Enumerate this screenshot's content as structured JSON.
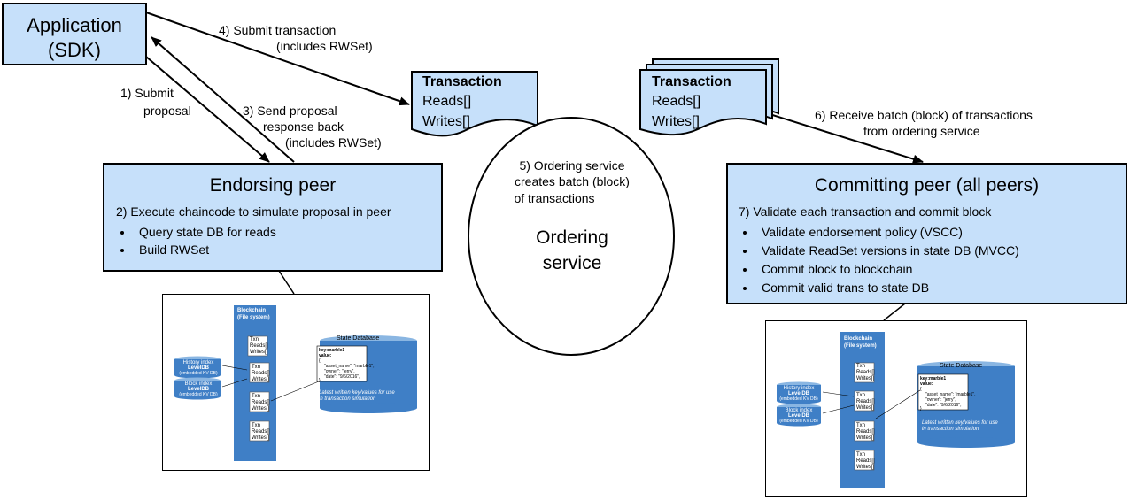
{
  "application": {
    "line1": "Application",
    "line2": "(SDK)"
  },
  "steps": {
    "s1_l1": "1) Submit",
    "s1_l2": "proposal",
    "s3_l1": "3) Send proposal",
    "s3_l2": "response back",
    "s3_l3": "(includes RWSet)",
    "s4_l1": "4) Submit transaction",
    "s4_l2": "(includes RWSet)",
    "s5_l1": "5) Ordering service",
    "s5_l2": "creates batch (block)",
    "s5_l3": "of transactions",
    "s6_l1": "6) Receive batch (block) of transactions",
    "s6_l2": "from ordering service"
  },
  "transaction": {
    "title": "Transaction",
    "reads": "Reads[]",
    "writes": "Writes[]"
  },
  "ordering": {
    "line1": "Ordering",
    "line2": "service"
  },
  "endorsing": {
    "title": "Endorsing peer",
    "step": "2) Execute chaincode to simulate proposal in peer",
    "bullets": [
      "Query state DB for reads",
      "Build RWSet"
    ]
  },
  "committing": {
    "title": "Committing peer (all peers)",
    "step": "7) Validate each transaction and commit block",
    "bullets": [
      "Validate endorsement policy (VSCC)",
      "Validate ReadSet versions in state DB (MVCC)",
      "Commit block to blockchain",
      "Commit valid trans to state DB"
    ]
  },
  "ledger": {
    "blockchain_l1": "Blockchain",
    "blockchain_l2": "(File system)",
    "tx": "Txn",
    "reads": "Reads[]",
    "writes": "Writes[]",
    "history_l1": "History index",
    "history_l2": "LevelDB",
    "history_l3": "(embedded KV DB)",
    "block_l1": "Block index",
    "block_l2": "LevelDB",
    "block_l3": "(embedded KV DB)",
    "state_title": "State Database",
    "key": "key:marble1",
    "value": "value:",
    "json1": "{",
    "json2": "\"asset_name\": \"marble1\",",
    "json3": "\"owner\": \"jerry\",",
    "json4": "\"date\": \"9/6/2016\",",
    "json5": "}",
    "note1": "Latest written key/values for use",
    "note2": "in transaction simulation"
  },
  "colors": {
    "box_fill": "#c6e0fa",
    "db_fill": "#3f7fc6",
    "line": "#000000"
  }
}
